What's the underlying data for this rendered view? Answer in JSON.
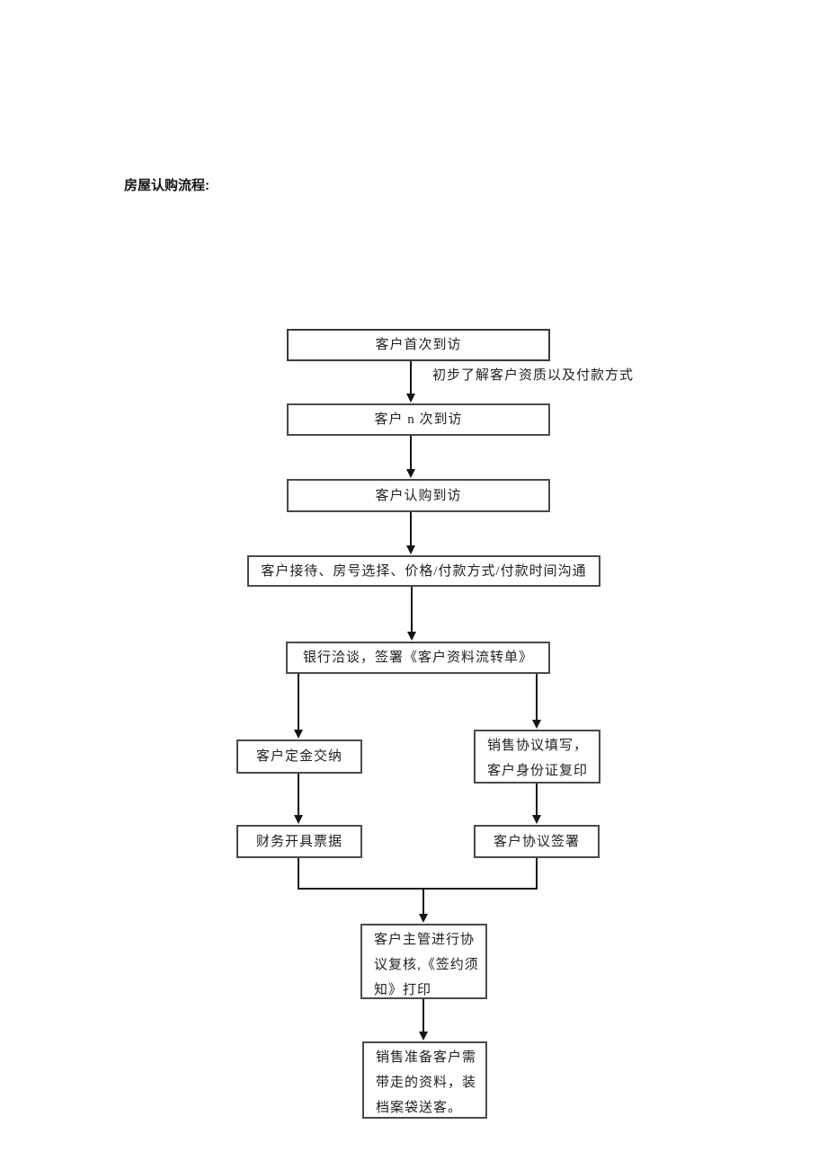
{
  "page": {
    "title": "房屋认购流程:"
  },
  "flowchart": {
    "nodes": [
      {
        "id": "customer-first-visit",
        "label": "客户首次到访"
      },
      {
        "id": "customer-nth-visit",
        "label": "客户 n 次到访"
      },
      {
        "id": "customer-subscription-visit",
        "label": "客户认购到访"
      },
      {
        "id": "reception-room-price",
        "label": "客户接待、房号选择、价格/付款方式/付款时间沟通"
      },
      {
        "id": "bank-negotiation",
        "label": "银行洽谈，签署《客户资料流转单》"
      },
      {
        "id": "deposit-payment",
        "label": "客户定金交纳"
      },
      {
        "id": "sales-agreement-fill",
        "label": "销售协议填写，\n客户身份证复印"
      },
      {
        "id": "finance-invoice",
        "label": "财务开具票据"
      },
      {
        "id": "agreement-signing",
        "label": "客户协议签署"
      },
      {
        "id": "supervisor-review",
        "label": "客户主管进行协\n议复核,《签约须\n知》打印"
      },
      {
        "id": "prepare-materials",
        "label": "销售准备客户需\n带走的资料，装\n档案袋送客。"
      }
    ],
    "edge_annotation": "初步了解客户资质以及付款方式",
    "colors": {
      "page_bg": "#ffffff",
      "box_border": "#4a4a4a",
      "line": "#141414",
      "text": "#1f1f1f"
    }
  }
}
